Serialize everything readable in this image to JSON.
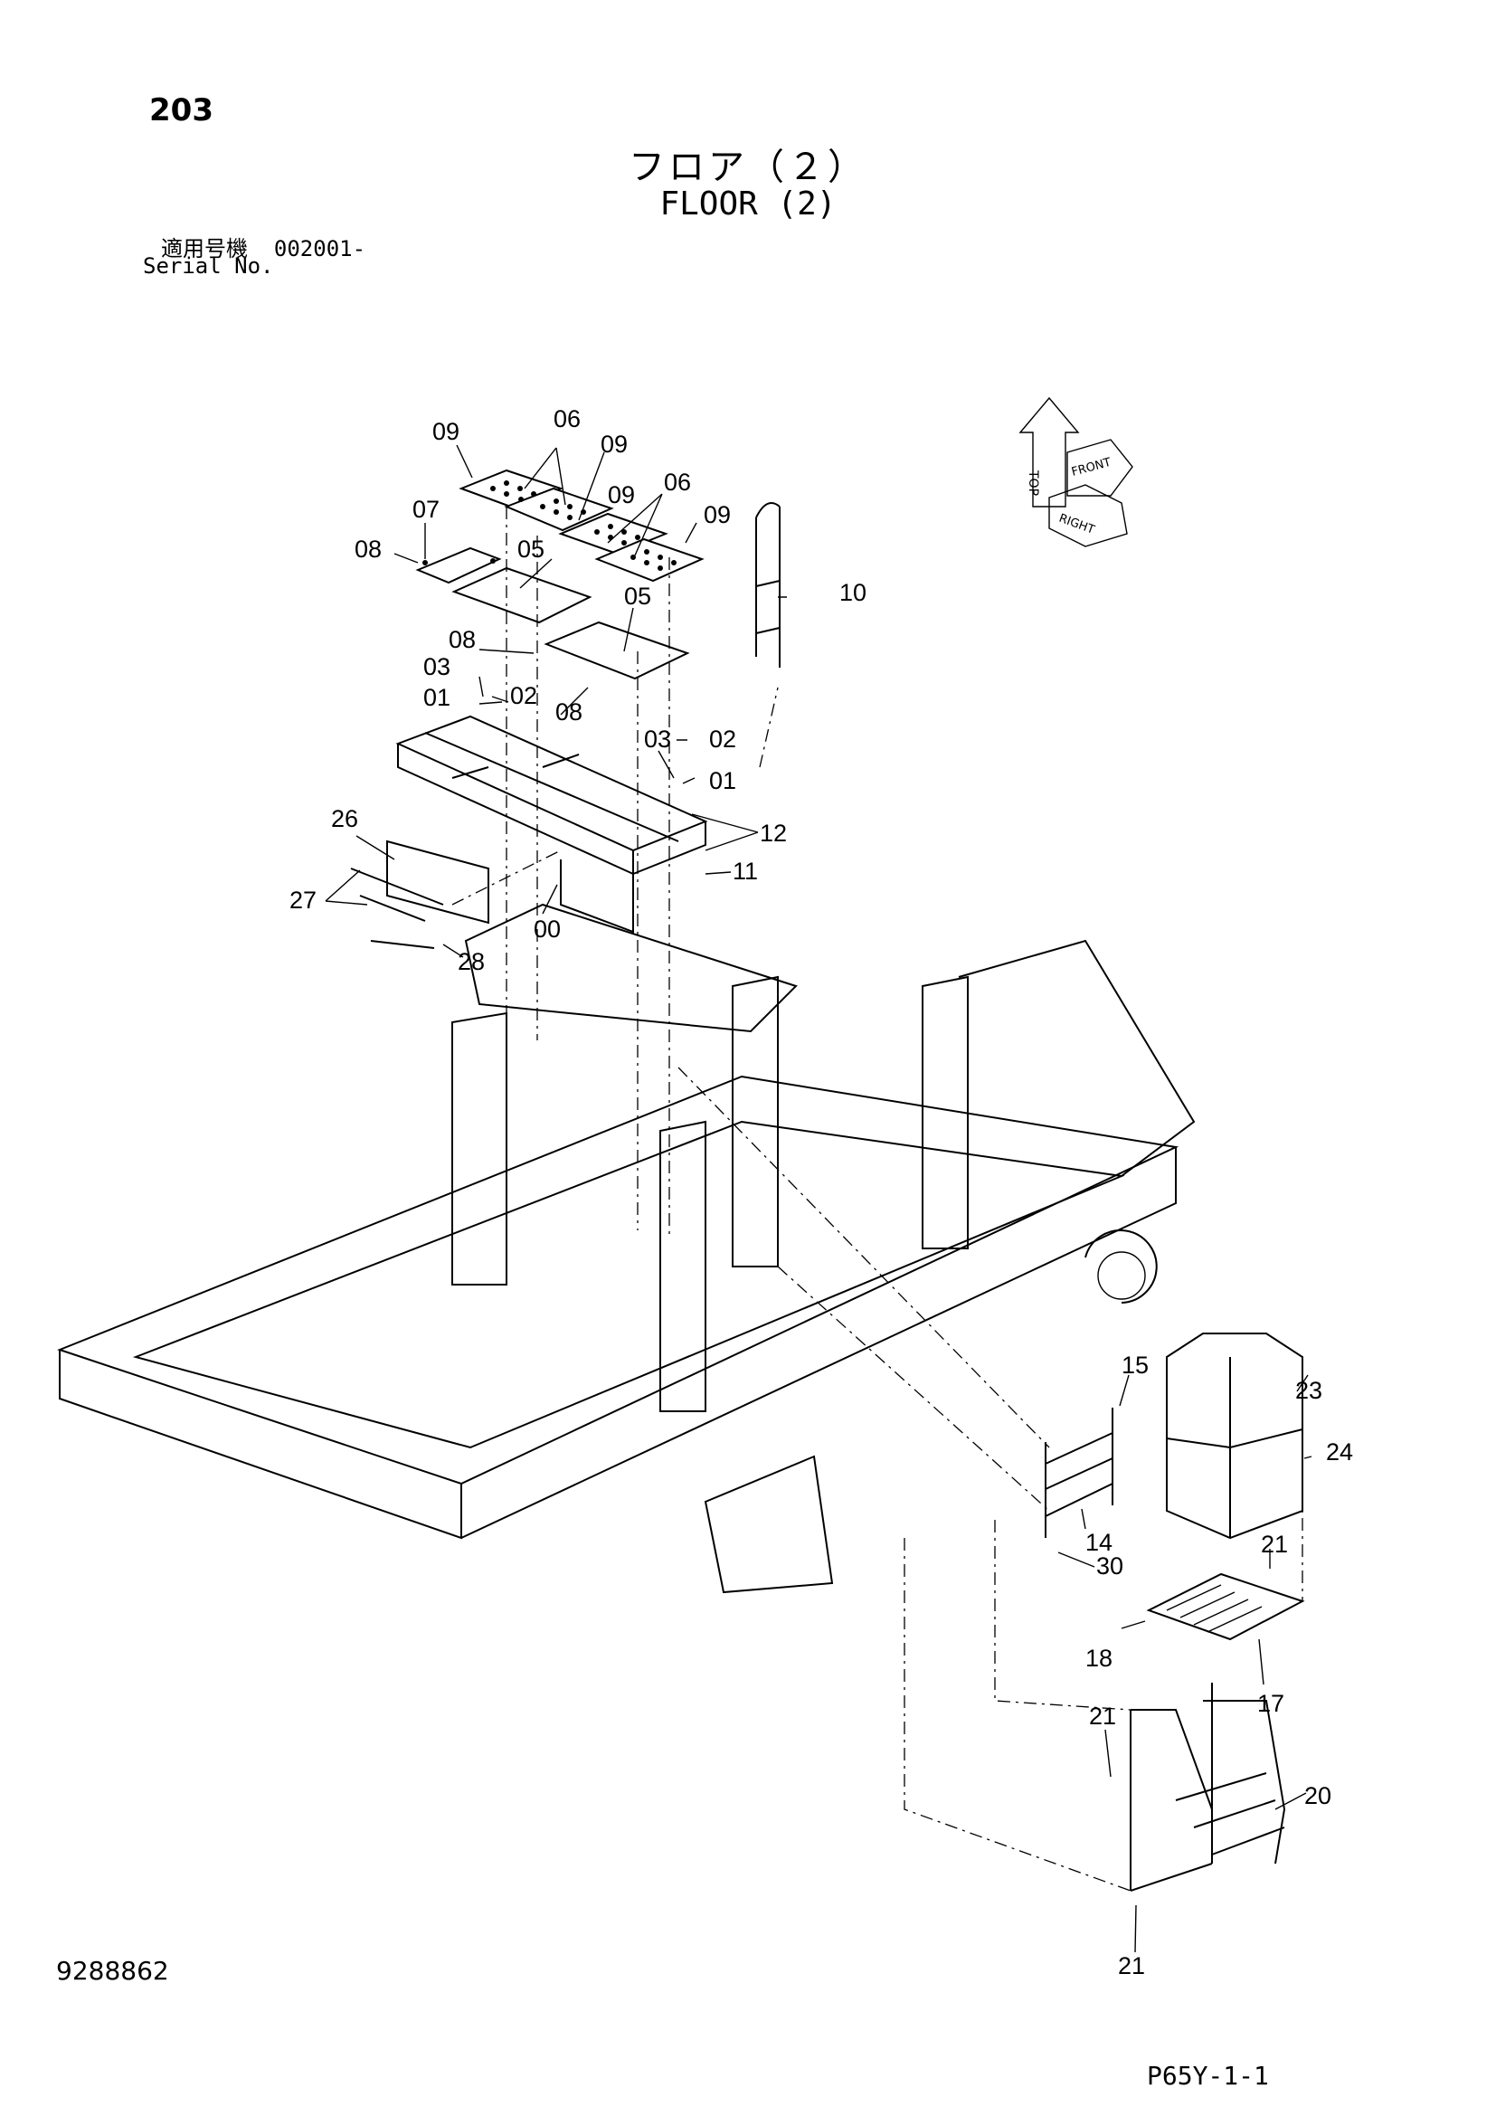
{
  "header": {
    "page_number": "203",
    "title_ja": "フロア（２）",
    "title_en": "FLOOR (2)",
    "serial_label_ja": "適用号機",
    "serial_value": "002001-",
    "serial_label_en": "Serial No."
  },
  "footer": {
    "drawing_number": "9288862",
    "page_code": "P65Y-1-1"
  },
  "orientation_icon": {
    "labels": [
      "TOP",
      "FRONT",
      "RIGHT"
    ]
  },
  "callouts": [
    {
      "label": "09"
    },
    {
      "label": "06"
    },
    {
      "label": "09"
    },
    {
      "label": "09"
    },
    {
      "label": "06"
    },
    {
      "label": "09"
    },
    {
      "label": "07"
    },
    {
      "label": "08"
    },
    {
      "label": "05"
    },
    {
      "label": "05"
    },
    {
      "label": "10"
    },
    {
      "label": "08"
    },
    {
      "label": "03"
    },
    {
      "label": "01"
    },
    {
      "label": "02"
    },
    {
      "label": "08"
    },
    {
      "label": "03"
    },
    {
      "label": "02"
    },
    {
      "label": "01"
    },
    {
      "label": "12"
    },
    {
      "label": "11"
    },
    {
      "label": "26"
    },
    {
      "label": "27"
    },
    {
      "label": "00"
    },
    {
      "label": "28"
    },
    {
      "label": "15"
    },
    {
      "label": "23"
    },
    {
      "label": "24"
    },
    {
      "label": "14"
    },
    {
      "label": "30"
    },
    {
      "label": "21"
    },
    {
      "label": "18"
    },
    {
      "label": "17"
    },
    {
      "label": "21"
    },
    {
      "label": "20"
    },
    {
      "label": "21"
    }
  ]
}
